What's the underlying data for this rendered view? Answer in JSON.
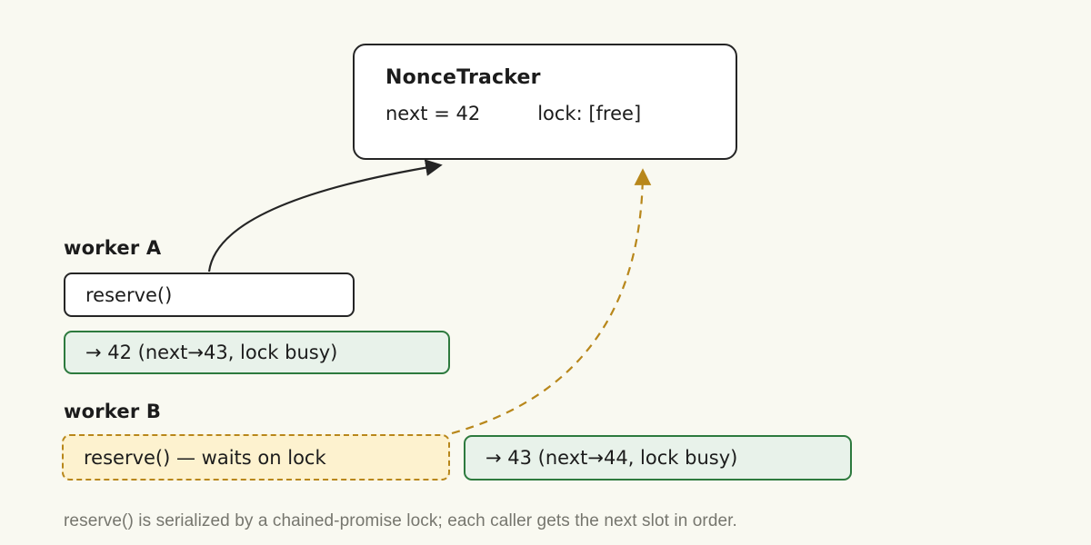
{
  "tracker": {
    "title": "NonceTracker",
    "next_value": "next = 42",
    "lock_status": "lock: [free]"
  },
  "worker_a": {
    "label": "worker A",
    "call": "reserve()",
    "result": "→ 42 (next→43, lock busy)"
  },
  "worker_b": {
    "label": "worker B",
    "call": "reserve() — waits on lock",
    "result": "→ 43 (next→44, lock busy)"
  },
  "caption": "reserve() is serialized by a chained-promise lock; each caller gets the next slot in order.",
  "colors": {
    "background": "#f9f9f1",
    "stroke_dark": "#252525",
    "green_border": "#2d7a3e",
    "green_fill": "#e8f2ea",
    "gold": "#b8871b",
    "gold_fill": "#fdf2cf",
    "caption_gray": "#76766e"
  },
  "icons": {
    "solid_arrow": "worker A call arrow",
    "dashed_arrow": "worker B wait arrow"
  }
}
